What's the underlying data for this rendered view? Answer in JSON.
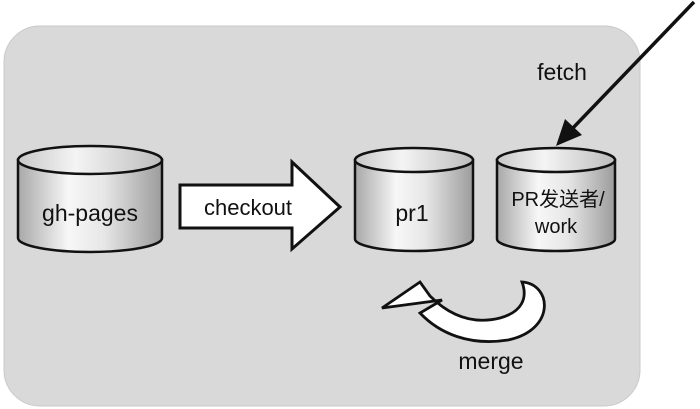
{
  "diagram": {
    "nodes": {
      "gh_pages": "gh-pages",
      "pr1": "pr1",
      "pr_sender_line1": "PR发送者/",
      "pr_sender_line2": "work"
    },
    "edges": {
      "checkout": "checkout",
      "fetch": "fetch",
      "merge": "merge"
    },
    "colors": {
      "background_panel": "#d9d9d9",
      "cylinder_body": "#dcdcdc",
      "cylinder_shadow": "#a8a8a8",
      "cylinder_highlight": "#f7f7f7",
      "arrow_fill": "#ffffff",
      "stroke": "#111111"
    }
  }
}
